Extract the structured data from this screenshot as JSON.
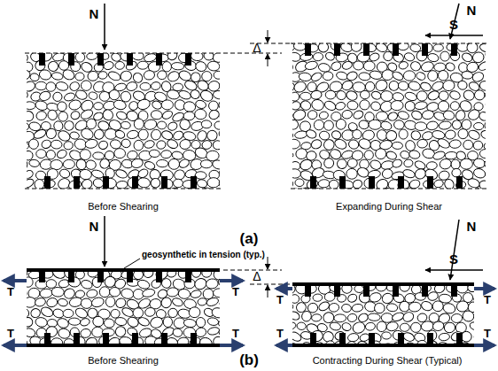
{
  "diagram": {
    "labels": [
      "N",
      "Δ",
      "N",
      "S",
      "Before Shearing",
      "Expanding During Shear",
      "(a)",
      "N",
      "geosynthetic in tension (typ.)",
      "T",
      "T",
      "T",
      "T",
      "T",
      "T",
      "T",
      "T",
      "N",
      "Δ",
      "S",
      "Before Shearing",
      "Contracting During Shear (Typical)",
      "(b)"
    ]
  }
}
